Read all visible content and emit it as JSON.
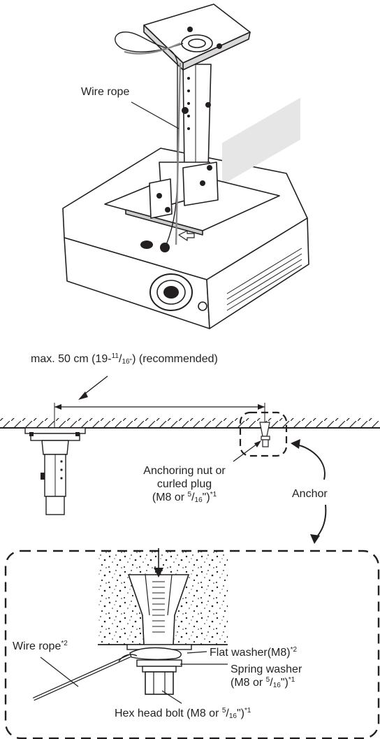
{
  "labels": {
    "wire_rope_top": "Wire rope",
    "max_distance": {
      "pre": "max. 50 cm (19-",
      "frac_num": "11",
      "frac_den": "16\"",
      "post": ") (recommended)"
    },
    "anchoring_nut": {
      "line1": "Anchoring nut or",
      "line2": "curled plug",
      "line3_pre": "(M8 or ",
      "frac_num": "5",
      "frac_den": "16",
      "line3_post": "\")",
      "note": "*1"
    },
    "anchor": "Anchor",
    "wire_rope_detail": {
      "text": "Wire rope",
      "note": "*2"
    },
    "flat_washer": {
      "text": "Flat washer(M8)",
      "note": "*2"
    },
    "spring_washer": {
      "line1": "Spring washer",
      "line2_pre": "(M8 or ",
      "frac_num": "5",
      "frac_den": "16",
      "line2_post": "\")",
      "note": "*1"
    },
    "hex_bolt": {
      "pre": "Hex head bolt (M8 or ",
      "frac_num": "5",
      "frac_den": "16",
      "post": "\")",
      "note": "*1"
    }
  }
}
